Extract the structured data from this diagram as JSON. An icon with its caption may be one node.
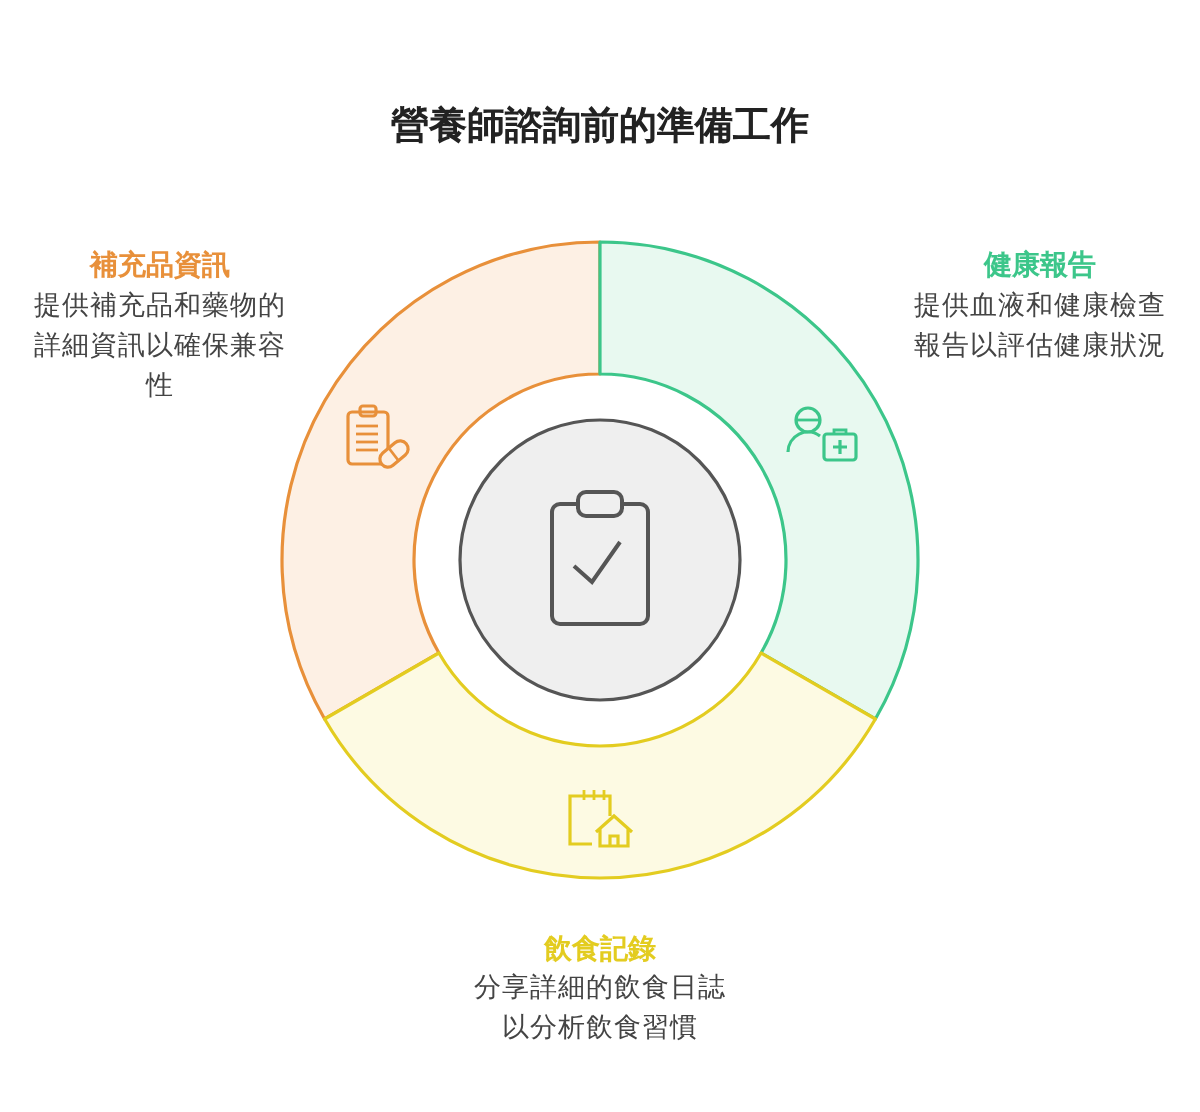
{
  "diagram": {
    "title": "營養師諮詢前的準備工作",
    "nodes": [
      {
        "text": [
          "補充品資訊",
          "提供補充品和藥物的詳細資訊以確保兼容性"
        ]
      },
      {
        "text": [
          "健康報告",
          "提供血液和健康檢查報告以評估健康狀況"
        ]
      },
      {
        "text": [
          "飲食記錄",
          "分享詳細的飲食日誌以分析飲食習慣"
        ]
      },
      {
        "text": [],
        "shape": "circle"
      }
    ]
  }
}
